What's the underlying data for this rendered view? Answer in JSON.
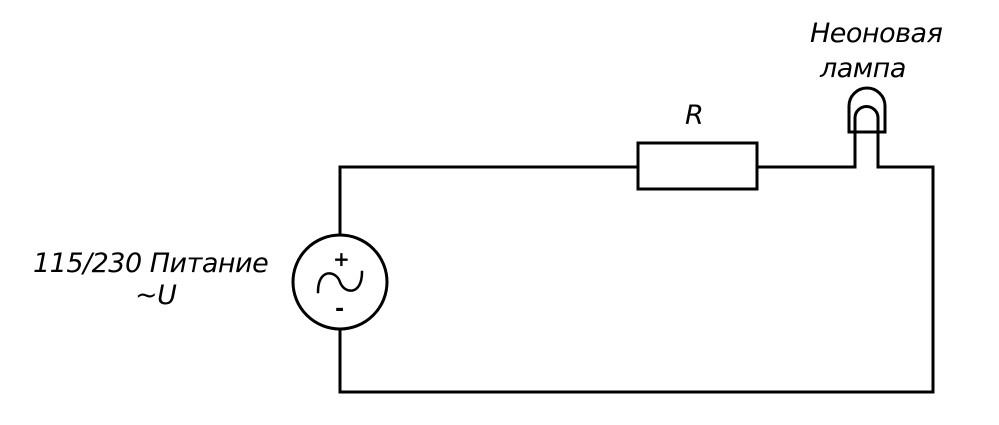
{
  "diagram": {
    "lamp_label_line1": "Неоновая",
    "lamp_label_line2": "лампа",
    "resistor_label": "R",
    "source_label_line1": "115/230 Питание",
    "source_label_line2": "~U",
    "source_plus": "+",
    "source_minus": "-",
    "line_color": "#000000"
  }
}
